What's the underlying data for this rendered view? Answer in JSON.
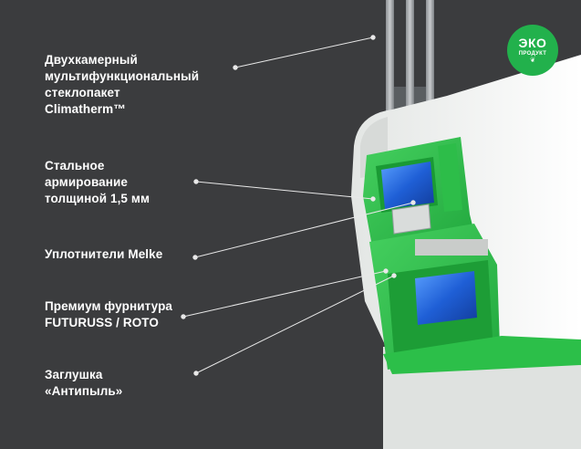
{
  "labels": [
    {
      "id": "glass",
      "lines": [
        "Двухкамерный",
        "мультифункциональный",
        "стеклопакет",
        "Climatherm™"
      ]
    },
    {
      "id": "steel",
      "lines": [
        "Стальное",
        "армирование",
        "толщиной 1,5 мм"
      ]
    },
    {
      "id": "seals",
      "lines": [
        "Уплотнители Melke"
      ]
    },
    {
      "id": "hardware",
      "lines": [
        "Премиум фурнитура",
        "FUTURUSS / ROTO"
      ]
    },
    {
      "id": "plug",
      "lines": [
        "Заглушка",
        "«Антипыль»"
      ]
    }
  ],
  "badge": {
    "main": "ЭКО",
    "sub": "ПРОДУКТ"
  },
  "colors": {
    "background": "#3b3c3e",
    "accent_green": "#22b14c",
    "profile_white": "#eef0ee",
    "reinforcement_blue": "#2f6fd0"
  }
}
